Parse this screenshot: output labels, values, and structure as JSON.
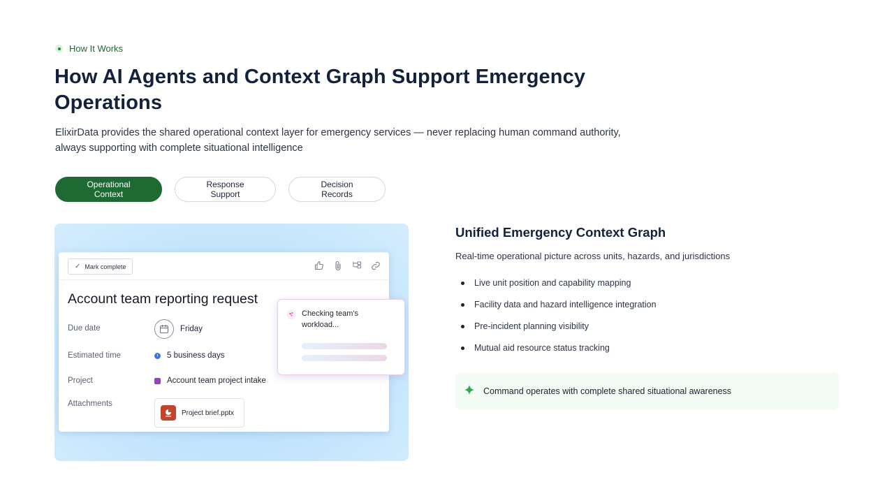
{
  "section": {
    "eyebrow": "How It Works",
    "title": "How AI Agents and Context Graph Support Emergency Operations",
    "subtitle": "ElixirData provides the shared operational context layer for emergency services — never replacing human command authority, always supporting with complete situational intelligence"
  },
  "tabs": [
    {
      "label": "Operational Context",
      "active": true
    },
    {
      "label": "Response Support",
      "active": false
    },
    {
      "label": "Decision Records",
      "active": false
    }
  ],
  "mock_card": {
    "mark_complete": "Mark complete",
    "toolbar_icons": [
      "thumbs-up-icon",
      "paperclip-icon",
      "subtask-icon",
      "link-icon"
    ],
    "title": "Account team reporting request",
    "fields": {
      "due_date_label": "Due date",
      "due_date_value": "Friday",
      "estimated_label": "Estimated time",
      "estimated_value": "5 business days",
      "project_label": "Project",
      "project_value": "Account team project intake",
      "attachments_label": "Attachments",
      "attachment_file": "Project brief.pptx"
    },
    "popup_text": "Checking team's workload..."
  },
  "detail": {
    "title": "Unified Emergency Context Graph",
    "subtitle": "Real-time operational picture across units, hazards, and jurisdictions",
    "bullets": [
      "Live unit position and capability mapping",
      "Facility data and hazard intelligence integration",
      "Pre-incident planning visibility",
      "Mutual aid resource status tracking"
    ],
    "callout": "Command operates with complete shared situational awareness"
  },
  "colors": {
    "brand_green": "#1d6a33",
    "heading": "#13213a",
    "visual_bg": "#bfe3fc",
    "callout_bg": "#f3fbf5",
    "sparkle": "#2fa84f"
  }
}
